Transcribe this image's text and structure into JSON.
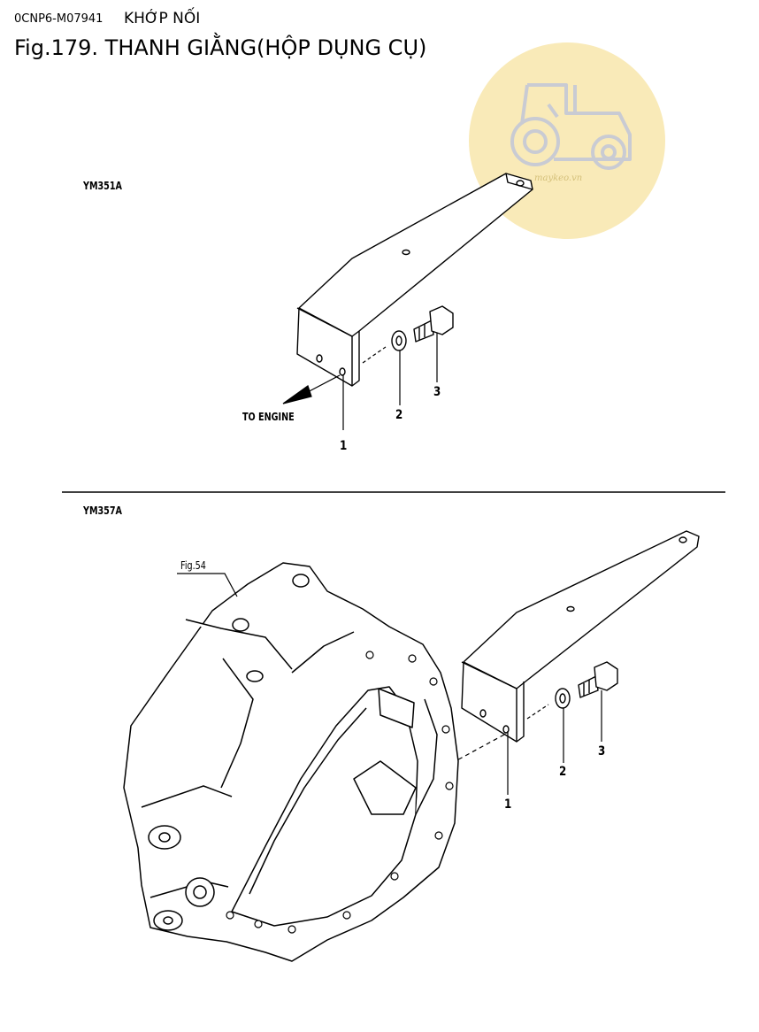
{
  "header": {
    "code": "0CNP6-M07941",
    "group": "KHỚP NỐI",
    "title": "Fig.179.  THANH GIẰNG(HỘP DỤNG CỤ)"
  },
  "watermark": {
    "text": "maykeo.vn",
    "color": "#f9eab8",
    "icon": "tractor-icon"
  },
  "section_top": {
    "model": "YM351A",
    "to_engine": "TO ENGINE",
    "callouts": [
      "1",
      "2",
      "3"
    ]
  },
  "section_bottom": {
    "model": "YM357A",
    "fig_ref": "Fig.54",
    "callouts": [
      "1",
      "2",
      "3"
    ]
  }
}
